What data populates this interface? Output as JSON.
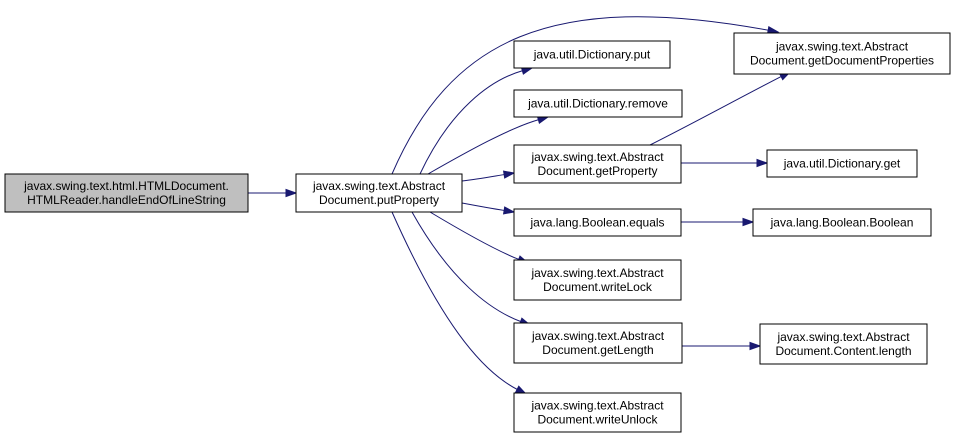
{
  "colors": {
    "node_fill": "#ffffff",
    "root_fill": "#bfbfbf",
    "border": "#000000",
    "edge": "#191970",
    "text": "#000000"
  },
  "nodes": [
    {
      "id": "n0",
      "lines": [
        "javax.swing.text.html.HTMLDocument.",
        "HTMLReader.handleEndOfLineString"
      ],
      "highlight": true
    },
    {
      "id": "n1",
      "lines": [
        "javax.swing.text.Abstract",
        "Document.putProperty"
      ]
    },
    {
      "id": "n2",
      "lines": [
        "java.util.Dictionary.put"
      ]
    },
    {
      "id": "n3",
      "lines": [
        "java.util.Dictionary.remove"
      ]
    },
    {
      "id": "n4",
      "lines": [
        "javax.swing.text.Abstract",
        "Document.getProperty"
      ]
    },
    {
      "id": "n5",
      "lines": [
        "java.lang.Boolean.equals"
      ]
    },
    {
      "id": "n6",
      "lines": [
        "javax.swing.text.Abstract",
        "Document.writeLock"
      ]
    },
    {
      "id": "n7",
      "lines": [
        "javax.swing.text.Abstract",
        "Document.getLength"
      ]
    },
    {
      "id": "n8",
      "lines": [
        "javax.swing.text.Abstract",
        "Document.writeUnlock"
      ]
    },
    {
      "id": "n9",
      "lines": [
        "javax.swing.text.Abstract",
        "Document.getDocumentProperties"
      ]
    },
    {
      "id": "n10",
      "lines": [
        "java.util.Dictionary.get"
      ]
    },
    {
      "id": "n11",
      "lines": [
        "java.lang.Boolean.Boolean"
      ]
    },
    {
      "id": "n12",
      "lines": [
        "javax.swing.text.Abstract",
        "Document.Content.length"
      ]
    }
  ],
  "edges": [
    {
      "from": "n0",
      "to": "n1"
    },
    {
      "from": "n1",
      "to": "n9"
    },
    {
      "from": "n1",
      "to": "n2"
    },
    {
      "from": "n1",
      "to": "n3"
    },
    {
      "from": "n1",
      "to": "n4"
    },
    {
      "from": "n1",
      "to": "n5"
    },
    {
      "from": "n1",
      "to": "n6"
    },
    {
      "from": "n1",
      "to": "n7"
    },
    {
      "from": "n1",
      "to": "n8"
    },
    {
      "from": "n4",
      "to": "n9"
    },
    {
      "from": "n4",
      "to": "n10"
    },
    {
      "from": "n5",
      "to": "n11"
    },
    {
      "from": "n7",
      "to": "n12"
    }
  ]
}
